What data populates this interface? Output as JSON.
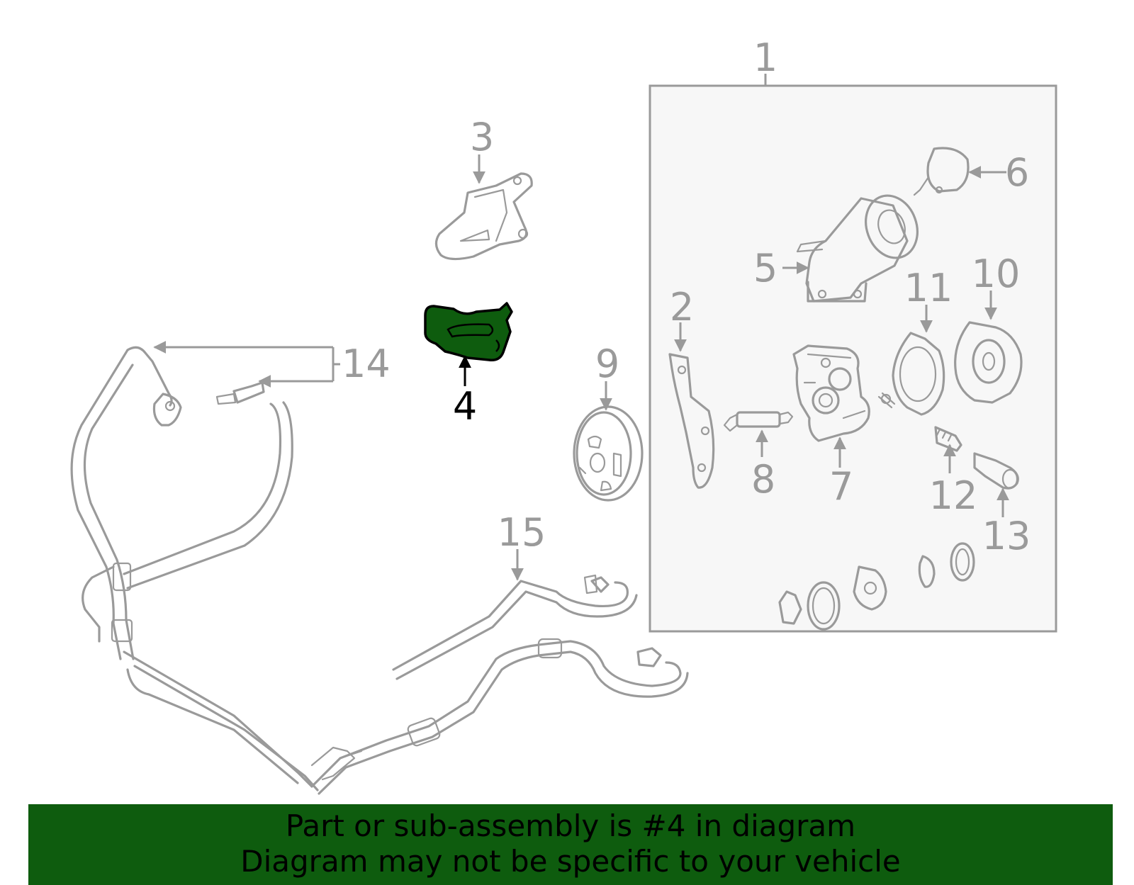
{
  "diagram": {
    "labels": [
      "1",
      "2",
      "3",
      "4",
      "5",
      "6",
      "7",
      "8",
      "9",
      "10",
      "11",
      "12",
      "13",
      "14",
      "15"
    ],
    "highlight_label": "4",
    "colors": {
      "part_stroke": "#9a9a9a",
      "assembly_fill": "#f7f7f7",
      "highlight_fill": "#0e5c0e",
      "highlight_stroke": "#000000",
      "banner_bg": "#0e5c0e"
    }
  },
  "banner": {
    "line1": "Part or sub-assembly is #4 in diagram",
    "line2": "Diagram may not be specific to your vehicle"
  }
}
